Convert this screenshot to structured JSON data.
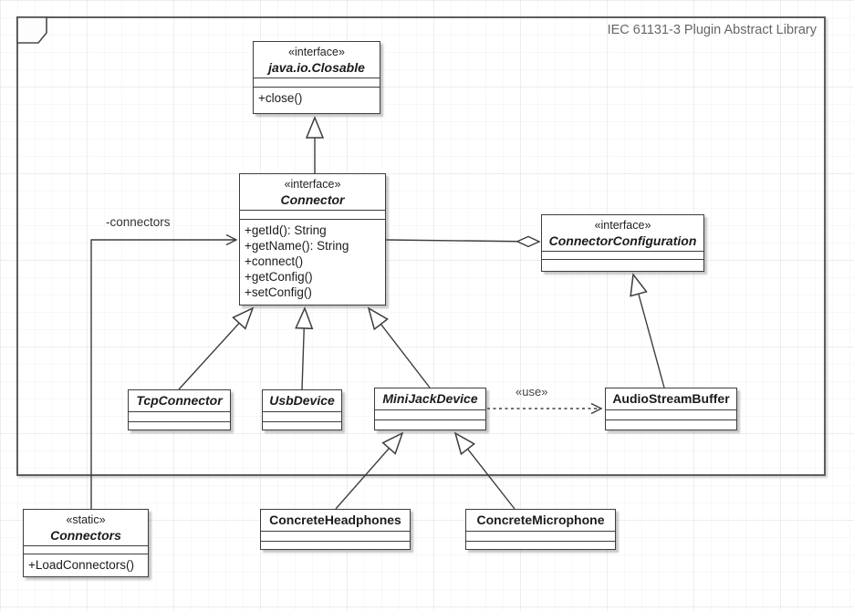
{
  "frame": {
    "title": "IEC 61131-3 Plugin Abstract Library"
  },
  "edge_labels": {
    "connectors_role": "-connectors",
    "use": "«use»"
  },
  "classes": {
    "closable": {
      "stereotype": "«interface»",
      "name": "java.io.Closable",
      "methods": [
        "+close()"
      ]
    },
    "connector": {
      "stereotype": "«interface»",
      "name": "Connector",
      "methods": [
        "+getId(): String",
        "+getName(): String",
        "+connect()",
        "+getConfig()",
        "+setConfig()"
      ]
    },
    "connector_configuration": {
      "stereotype": "«interface»",
      "name": "ConnectorConfiguration",
      "methods": []
    },
    "tcp_connector": {
      "name": "TcpConnector",
      "methods": []
    },
    "usb_device": {
      "name": "UsbDevice",
      "methods": []
    },
    "mini_jack_device": {
      "name": "MiniJackDevice",
      "methods": []
    },
    "audio_stream_buffer": {
      "name": "AudioStreamBuffer",
      "methods": []
    },
    "concrete_headphones": {
      "name": "ConcreteHeadphones",
      "methods": []
    },
    "concrete_microphone": {
      "name": "ConcreteMicrophone",
      "methods": []
    },
    "connectors": {
      "stereotype": "«static»",
      "name": "Connectors",
      "methods": [
        "+LoadConnectors()"
      ]
    }
  },
  "relationships": [
    {
      "from": "Connector",
      "to": "java.io.Closable",
      "type": "generalization"
    },
    {
      "from": "TcpConnector",
      "to": "Connector",
      "type": "generalization"
    },
    {
      "from": "UsbDevice",
      "to": "Connector",
      "type": "generalization"
    },
    {
      "from": "MiniJackDevice",
      "to": "Connector",
      "type": "generalization"
    },
    {
      "from": "ConcreteHeadphones",
      "to": "MiniJackDevice",
      "type": "generalization"
    },
    {
      "from": "ConcreteMicrophone",
      "to": "MiniJackDevice",
      "type": "generalization"
    },
    {
      "from": "AudioStreamBuffer",
      "to": "ConnectorConfiguration",
      "type": "generalization"
    },
    {
      "from": "Connectors",
      "to": "Connector",
      "type": "association",
      "label": "-connectors"
    },
    {
      "from": "Connector",
      "to": "ConnectorConfiguration",
      "type": "aggregation"
    },
    {
      "from": "MiniJackDevice",
      "to": "AudioStreamBuffer",
      "type": "dependency",
      "label": "«use»"
    }
  ],
  "colors": {
    "box_border": "#3d3d3d",
    "frame_border": "#5e5e5e",
    "frame_title": "#666666",
    "text": "#1b1b1b",
    "background": "#ffffff"
  }
}
